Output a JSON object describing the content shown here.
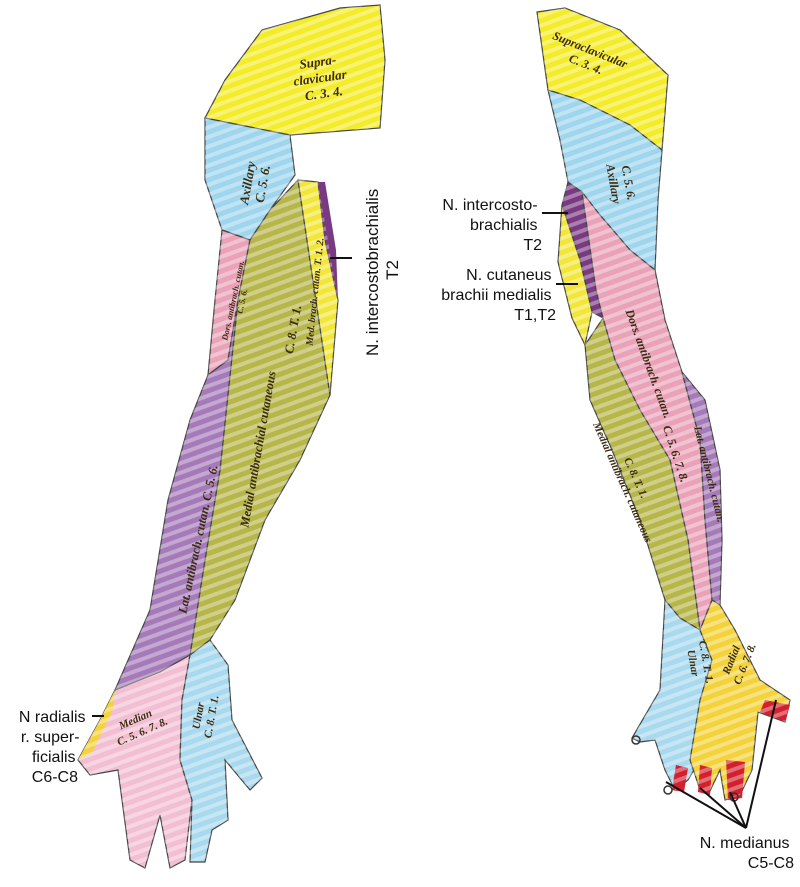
{
  "colors": {
    "supraclavicular": "#f4ec2a",
    "axillary": "#9fd6ee",
    "lateral": "#a57ab8",
    "medial": "#b6b64a",
    "medbrach": "#f2e63a",
    "dorsal": "#e9a2b8",
    "median": "#f2bfd2",
    "ulnar": "#a9d9ee",
    "radial": "#f3d23a",
    "intercosto": "#7a3a82",
    "tip": "#d2202f"
  },
  "anterior": {
    "supraclavicular": {
      "line1": "Supra-",
      "line2": "clavicular",
      "line3": "C. 3. 4."
    },
    "axillary": {
      "line1": "Axillary",
      "line2": "C. 5. 6."
    },
    "dors_antibrach": {
      "line1": "Dors. antibrach. cutan.",
      "line2": "C. 5. 6."
    },
    "med_antibrach": {
      "line1": "Medial antibrachial cutaneous",
      "line2": "C. 8. T. 1."
    },
    "med_brach": {
      "line1": "Med. brach. cutan. T. 1. 2."
    },
    "lat_antibrach": {
      "line1": "Lat. antibrach. cutan. C. 5. 6."
    },
    "median": {
      "line1": "Median",
      "line2": "C. 5. 6. 7. 8."
    },
    "ulnar": {
      "line1": "Ulnar",
      "line2": "C. 8. T. 1."
    }
  },
  "posterior": {
    "supraclavicular": {
      "line1": "Supraclavicular",
      "line2": "C. 3. 4."
    },
    "axillary": {
      "line1": "Axillary",
      "line2": "C. 5. 6."
    },
    "dors_antibrach": {
      "line1": "Dors. antibrach. cutan.",
      "line2": "C. 5. 6. 7. 8."
    },
    "lat_antibrach": {
      "line1": "Lat. antibrach. cutan."
    },
    "med_antibrach": {
      "line1": "Medial antibrach. cutaneous",
      "line2": "C. 8. T. 1."
    },
    "ulnar": {
      "line1": "Ulnar",
      "line2": "C. 8. T. 1."
    },
    "radial": {
      "line1": "Radial",
      "line2": "C. 6. 7. 8."
    }
  },
  "annotations": {
    "intercosto_right": {
      "line1": "N. intercostobrachialis",
      "line2": "T2"
    },
    "intercosto_left": {
      "line1": "N. intercosto-",
      "line2": "brachialis",
      "line3": "T2"
    },
    "cutaneus_brachii": {
      "line1": "N. cutaneus",
      "line2": "brachii medialis",
      "line3": "T1,T2"
    },
    "radialis": {
      "line1": "N radialis",
      "line2": "r. super-",
      "line3": "ficialis",
      "line4": "C6-C8"
    },
    "medianus": {
      "line1": "N. medianus",
      "line2": "C5-C8"
    }
  }
}
